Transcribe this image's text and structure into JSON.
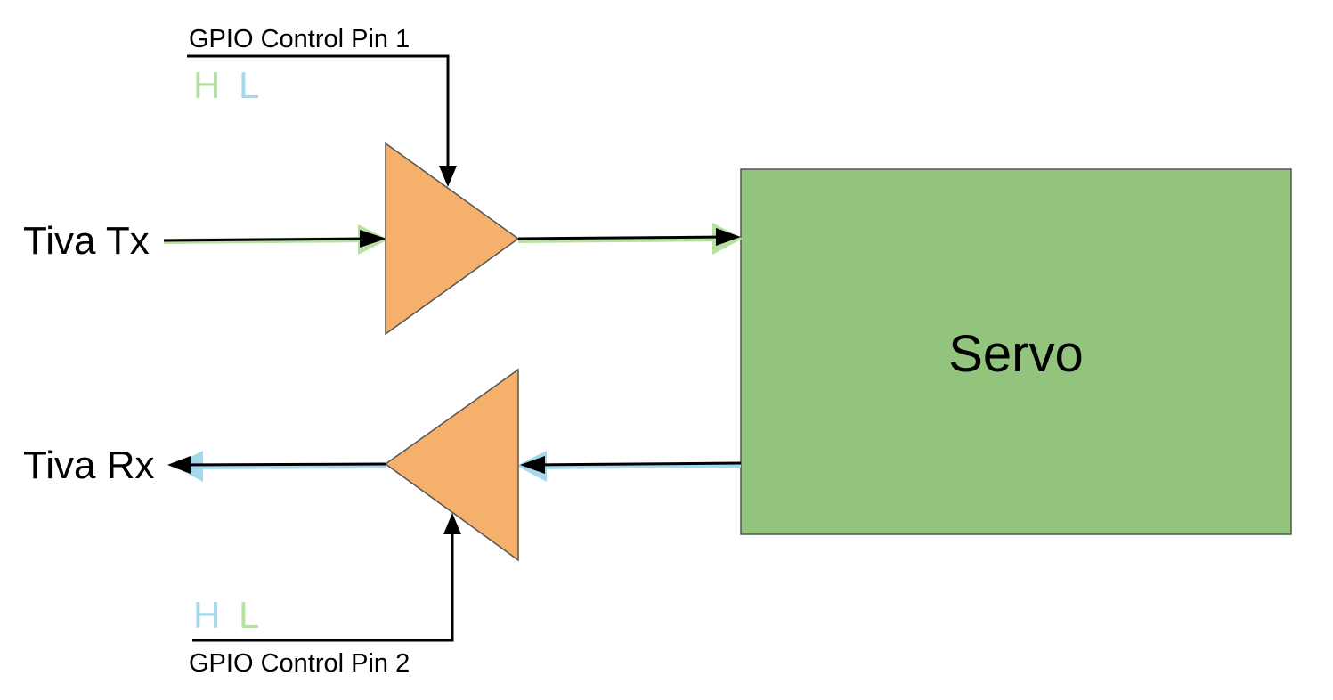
{
  "labels": {
    "tiva_tx": "Tiva Tx",
    "tiva_rx": "Tiva Rx",
    "servo": "Servo",
    "gpio_pin_1": "GPIO Control Pin 1",
    "gpio_pin_2": "GPIO Control Pin 2",
    "pin1_levels": {
      "high": "H",
      "low": "L"
    },
    "pin2_levels": {
      "high": "H",
      "low": "L"
    }
  },
  "colors": {
    "buffer_fill": "#F5B06C",
    "servo_fill": "#93C47D",
    "tx_path_highlight": "#B7E1A1",
    "rx_path_highlight": "#A4D8EA",
    "level_green": "#B7E1A1",
    "level_blue": "#A4D8EA",
    "outline": "#555555",
    "wire": "#000000"
  }
}
